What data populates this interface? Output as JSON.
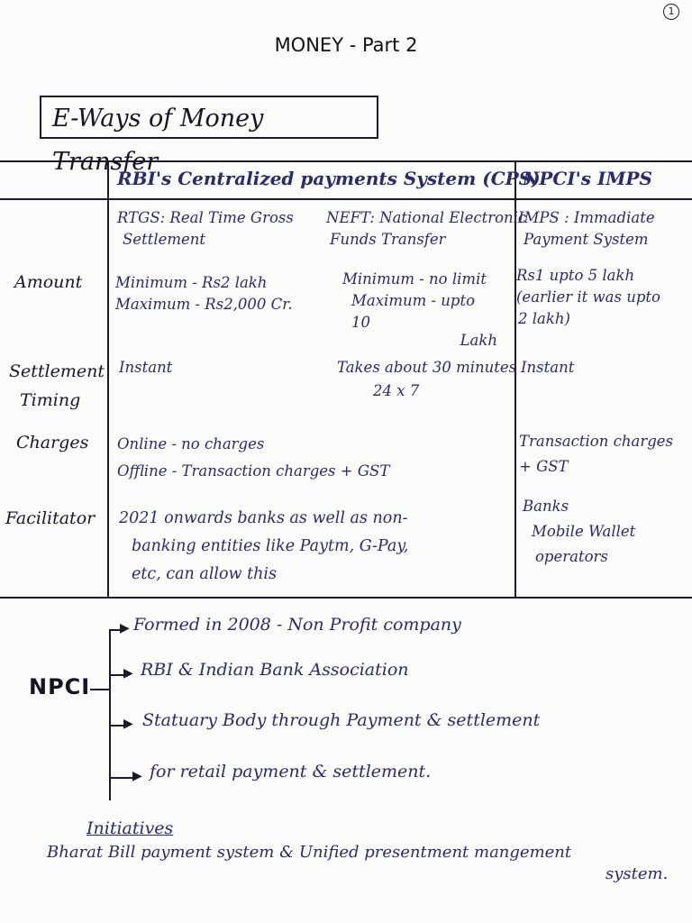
{
  "page": {
    "number": "1",
    "title": "MONEY - Part 2",
    "section_title": "E-Ways of Money Transfer"
  },
  "table": {
    "headers": {
      "cps": "RBI's Centralized payments System (CPS)",
      "imps": "NPCI's IMPS"
    },
    "subheaders": {
      "rtgs": [
        "RTGS: Real Time Gross",
        "Settlement"
      ],
      "neft": [
        "NEFT: National Electronic",
        "Funds Transfer"
      ],
      "imps": [
        "IMPS : Immadiate",
        "Payment System"
      ]
    },
    "rows": {
      "amount": {
        "label": "Amount",
        "rtgs": [
          "Minimum - Rs2 lakh",
          "Maximum - Rs2,000 Cr."
        ],
        "neft": [
          "Minimum - no limit",
          "Maximum - upto 10",
          "Lakh"
        ],
        "imps": [
          "Rs1 upto 5 lakh",
          "(earlier it was upto",
          "2 lakh)"
        ]
      },
      "settlement": {
        "label": [
          "Settlement",
          "Timing"
        ],
        "rtgs": "Instant",
        "neft": [
          "Takes about 30 minutes",
          "24 x 7"
        ],
        "imps": "Instant"
      },
      "charges": {
        "label": "Charges",
        "cps": [
          "Online - no charges",
          "Offline - Transaction charges + GST"
        ],
        "imps": [
          "Transaction charges",
          "+ GST"
        ]
      },
      "facilitator": {
        "label": "Facilitator",
        "cps": [
          "2021 onwards banks as well as non-",
          "banking entities like Paytm, G-Pay,",
          "etc, can allow this"
        ],
        "imps": [
          "Banks",
          "Mobile Wallet",
          "operators"
        ]
      }
    }
  },
  "npci": {
    "label": "NPCI",
    "points": [
      "Formed in 2008 - Non Profit company",
      "RBI & Indian Bank Association",
      "Statuary Body through Payment & settlement",
      "for retail payment & settlement."
    ]
  },
  "initiatives": {
    "heading": "Initiatives",
    "text": [
      "Bharat Bill payment system & Unified presentment mangement",
      "system."
    ]
  }
}
